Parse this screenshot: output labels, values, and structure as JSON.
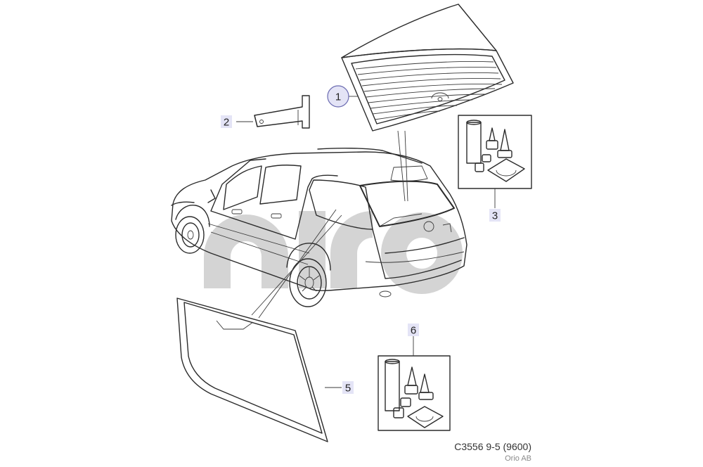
{
  "callouts": [
    {
      "id": "1",
      "label": "1"
    },
    {
      "id": "2",
      "label": "2"
    },
    {
      "id": "3",
      "label": "3"
    },
    {
      "id": "5",
      "label": "5"
    },
    {
      "id": "6",
      "label": "6"
    }
  ],
  "caption": "C3556 9-5 (9600)",
  "credit": "Orio AB",
  "colors": {
    "line": "#2b2b2b",
    "callout_fill": "#e4e4f6",
    "callout_stroke": "#6a6ab0",
    "watermark": "#d4d4d4"
  },
  "watermark_logo": "orio"
}
